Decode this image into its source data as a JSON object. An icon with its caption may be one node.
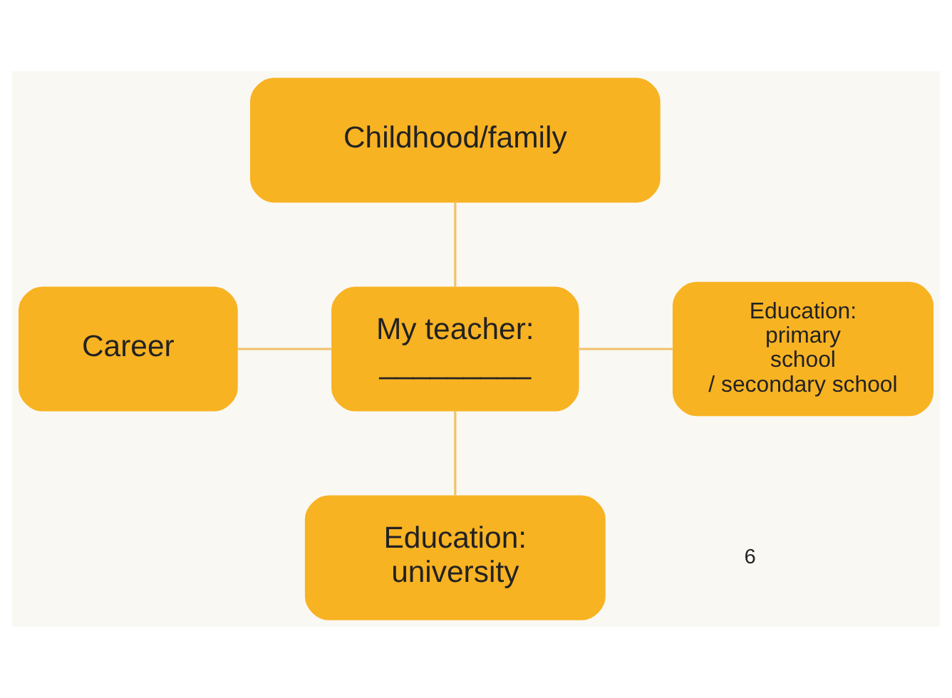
{
  "diagram": {
    "nodes": [
      {
        "text": [
          "Childhood/family"
        ]
      },
      {
        "text": [
          "Career"
        ]
      },
      {
        "text": [
          "My teacher: _________"
        ]
      },
      {
        "text": [
          "Education: primary school/ secondary school"
        ]
      },
      {
        "text": [
          "Education: university"
        ]
      }
    ],
    "edges": [
      {
        "from": 0,
        "to": 2,
        "arrow": "none"
      },
      {
        "from": 1,
        "to": 2,
        "arrow": "none"
      },
      {
        "from": 2,
        "to": 3,
        "arrow": "none"
      },
      {
        "from": 2,
        "to": 4,
        "arrow": "none"
      }
    ],
    "labels": [
      "6"
    ]
  }
}
